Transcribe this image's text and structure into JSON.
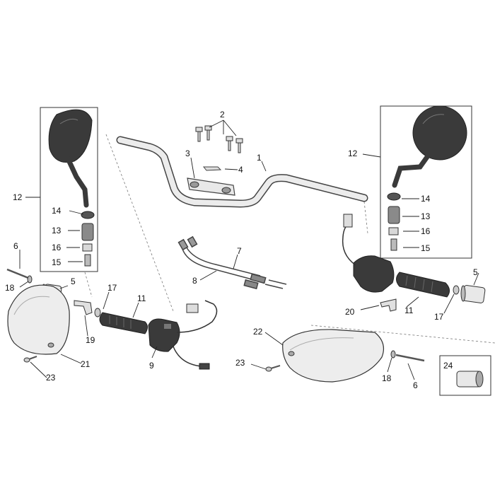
{
  "diagram": {
    "callouts": {
      "c1": "1",
      "c2": "2",
      "c3": "3",
      "c4": "4",
      "c5_left": "5",
      "c5_right": "5",
      "c6_left": "6",
      "c6_right": "6",
      "c7": "7",
      "c8": "8",
      "c9": "9",
      "c11_left": "11",
      "c11_right": "11",
      "c12_left": "12",
      "c12_right": "12",
      "c13_left": "13",
      "c13_right": "13",
      "c14_left": "14",
      "c14_right": "14",
      "c15_left": "15",
      "c15_right": "15",
      "c16_left": "16",
      "c16_right": "16",
      "c17_left": "17",
      "c17_right": "17",
      "c18_left": "18",
      "c18_right": "18",
      "c19": "19",
      "c20": "20",
      "c21": "21",
      "c22": "22",
      "c23_left": "23",
      "c23_right": "23",
      "c24": "24"
    },
    "colors": {
      "parts_dark": "#3a3a3a",
      "parts_light": "#e6e6e6",
      "parts_mid": "#9a9a9a"
    }
  }
}
